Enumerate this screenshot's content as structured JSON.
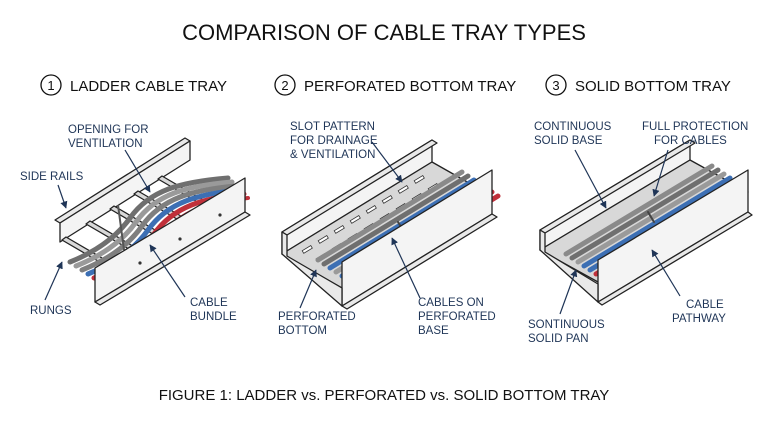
{
  "title": "COMPARISON OF CABLE TRAY TYPES",
  "panels": [
    {
      "number": "1",
      "title": "LADDER CABLE TRAY",
      "labels": {
        "opening_1": "OPENING FOR",
        "opening_2": "VENTILATION",
        "side_rails": "SIDE RAILS",
        "rungs": "RUNGS",
        "bundle_1": "CABLE",
        "bundle_2": "BUNDLE"
      }
    },
    {
      "number": "2",
      "title": "PERFORATED BOTTOM TRAY",
      "labels": {
        "slot_1": "SLOT PATTERN",
        "slot_2": "FOR DRAINAGE",
        "slot_3": "& VENTILATION",
        "perf_1": "PERFORATED",
        "perf_2": "BOTTOM",
        "cables_1": "CABLES ON",
        "cables_2": "PERFORATED",
        "cables_3": "BASE"
      }
    },
    {
      "number": "3",
      "title": "SOLID BOTTOM TRAY",
      "labels": {
        "cont_1": "CONTINUOUS",
        "cont_2": "SOLID BASE",
        "full_1": "FULL PROTECTION",
        "full_2": "FOR CABLES",
        "pan_1": "SONTINUOUS",
        "pan_2": "SOLID PAN",
        "path_1": "CABLE",
        "path_2": "PATHWAY"
      }
    }
  ],
  "caption": "FIGURE 1: LADDER vs. PERFORATED vs. SOLID BOTTOM TRAY",
  "colors": {
    "text": "#111111",
    "label": "#1f3557",
    "cable_red": "#c0303a",
    "cable_blue": "#3c6fb4",
    "cable_gray": "#8a8a8a"
  }
}
